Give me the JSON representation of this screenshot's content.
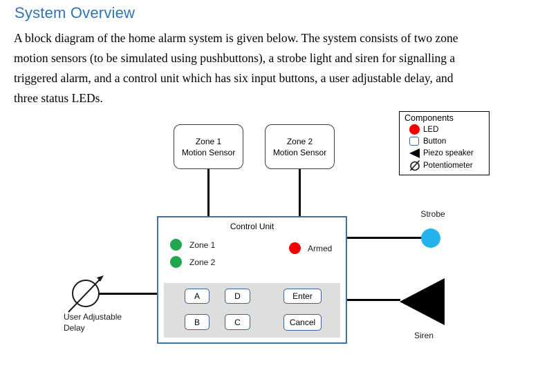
{
  "document": {
    "heading": "System Overview",
    "heading_color": "#2E74B5",
    "paragraph": "A block diagram of the home alarm system is given below. The system consists of two zone\nmotion sensors (to be simulated using pushbuttons), a strobe light and siren for signalling a\ntriggered alarm, and a control unit which has six input buttons, a user adjustable delay, and\nthree status LEDs."
  },
  "diagram": {
    "zone1_sensor": {
      "label": "Zone 1\nMotion Sensor"
    },
    "zone2_sensor": {
      "label": "Zone 2\nMotion Sensor"
    },
    "control_unit": {
      "title": "Control Unit",
      "border_color": "#41719C",
      "keypad_bg": "#DEDEDE",
      "button_border_color": "#3E6196",
      "leds": [
        {
          "label": "Zone 1",
          "color": "#21A550"
        },
        {
          "label": "Zone 2",
          "color": "#21A550"
        },
        {
          "label": "Armed",
          "color": "#F20000"
        }
      ],
      "buttons": [
        "A",
        "D",
        "Enter",
        "B",
        "C",
        "Cancel"
      ]
    },
    "strobe": {
      "label": "Strobe",
      "color": "#24B2EA"
    },
    "siren": {
      "label": "Siren",
      "color": "#000000"
    },
    "delay": {
      "label": "User Adjustable\nDelay"
    },
    "legend": {
      "title": "Components",
      "items": [
        {
          "icon": "led-icon",
          "label": "LED",
          "color": "#F20000"
        },
        {
          "icon": "button-icon",
          "label": "Button"
        },
        {
          "icon": "piezo-speaker-icon",
          "label": "Piezo speaker"
        },
        {
          "icon": "potentiometer-icon",
          "label": "Potentiometer"
        }
      ]
    }
  }
}
